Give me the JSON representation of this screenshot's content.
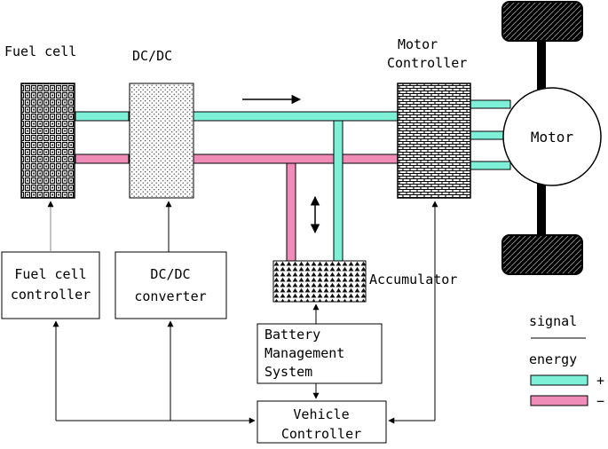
{
  "labels": {
    "fuel_cell": "Fuel cell",
    "dcdc": "DC/DC",
    "motor_controller_line1": "Motor",
    "motor_controller_line2": "Controller",
    "motor": "Motor",
    "accumulator": "Accumulator",
    "fuel_cell_controller_line1": "Fuel cell",
    "fuel_cell_controller_line2": "controller",
    "dcdc_converter_line1": "DC/DC",
    "dcdc_converter_line2": "converter",
    "bms_line1": "Battery",
    "bms_line2": "Management",
    "bms_line3": "System",
    "vehicle_controller_line1": "Vehicle",
    "vehicle_controller_line2": "Controller"
  },
  "legend": {
    "signal": "signal",
    "energy": "energy",
    "plus": "+",
    "minus": "−"
  },
  "colors": {
    "positive_bus": "#7ef0d8",
    "negative_bus": "#f08cb8",
    "line": "#000000",
    "background": "#ffffff"
  }
}
